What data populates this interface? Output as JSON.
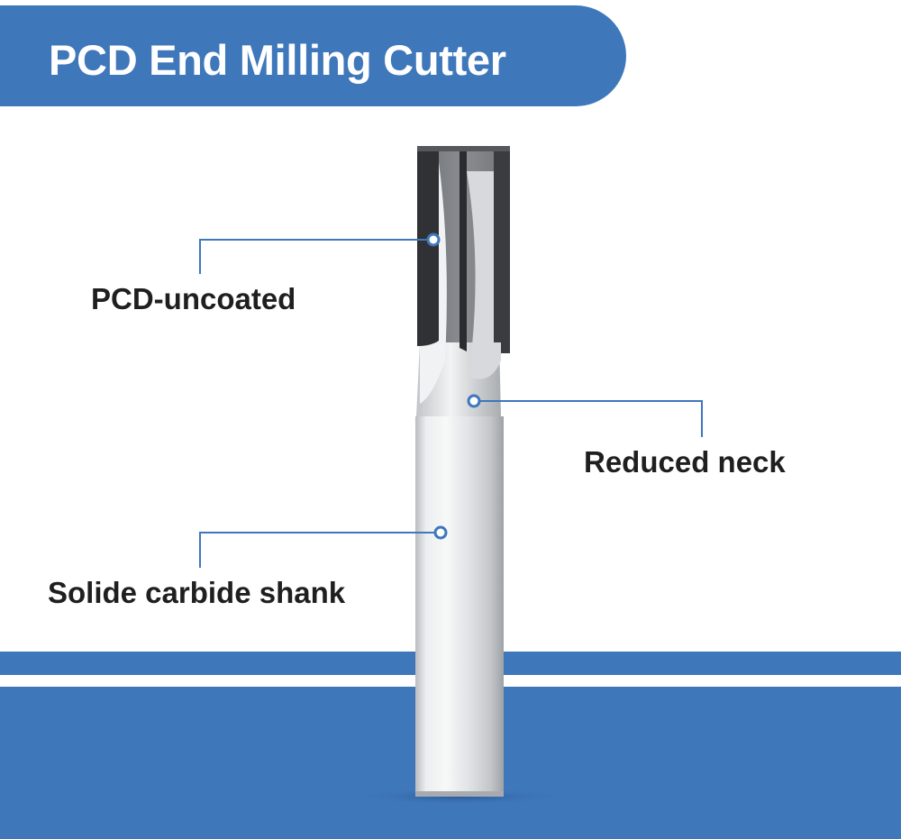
{
  "title": "PCD End Milling Cutter",
  "colors": {
    "brand_blue": "#3f77bb",
    "label_text": "#1f1f1f",
    "background": "#ffffff"
  },
  "callouts": [
    {
      "label": "PCD-uncoated"
    },
    {
      "label": "Reduced neck"
    },
    {
      "label": "Solide carbide shank"
    }
  ]
}
